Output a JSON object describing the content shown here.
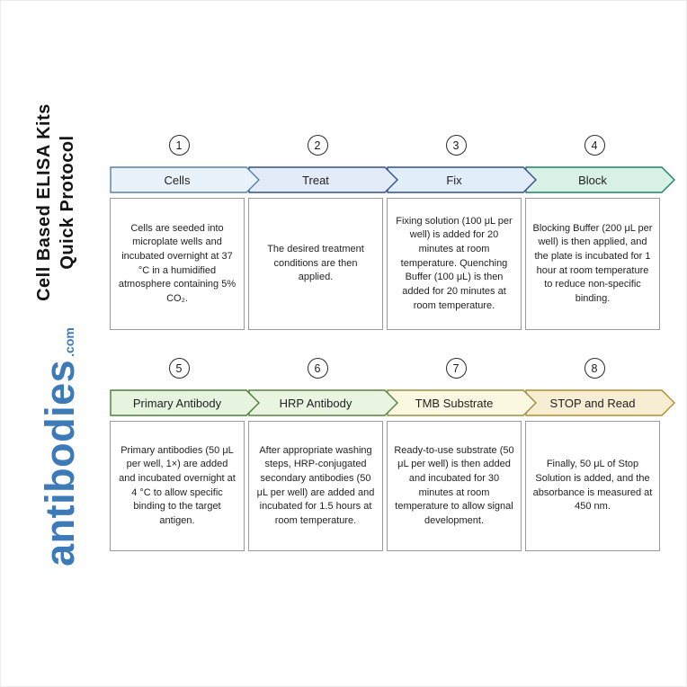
{
  "sidebar": {
    "title_line1": "Cell Based ELISA Kits",
    "title_line2": "Quick Protocol",
    "brand": "antibodies",
    "brand_suffix": ".com",
    "brand_color": "#3d7ab8"
  },
  "steps": [
    {
      "number": "1",
      "label": "Cells",
      "description": "Cells are seeded into microplate wells and incubated overnight at 37 °C in a humidified atmosphere containing 5% CO₂.",
      "fill": "#e9f1fa",
      "stroke": "#5480ab"
    },
    {
      "number": "2",
      "label": "Treat",
      "description": "The desired treatment conditions are then applied.",
      "fill": "#e4ebf8",
      "stroke": "#32508c"
    },
    {
      "number": "3",
      "label": "Fix",
      "description": "Fixing solution (100 μL per well) is added for 20 minutes at room temperature. Quenching Buffer (100 μL) is then added for 20 minutes at room temperature.",
      "fill": "#e2edfa",
      "stroke": "#32508c"
    },
    {
      "number": "4",
      "label": "Block",
      "description": "Blocking Buffer (200 μL per well) is then applied, and the plate is incubated for 1 hour at room temperature to reduce non-specific binding.",
      "fill": "#d8f0e5",
      "stroke": "#1f8068"
    },
    {
      "number": "5",
      "label": "Primary Antibody",
      "description": "Primary antibodies (50 μL per well, 1×) are added and incubated overnight at 4 °C to allow specific binding to the target antigen.",
      "fill": "#e6f3de",
      "stroke": "#4c7e38"
    },
    {
      "number": "6",
      "label": "HRP Antibody",
      "description": "After appropriate washing steps, HRP-conjugated secondary antibodies (50 μL per well) are added and incubated for 1.5 hours at room temperature.",
      "fill": "#e9f4e1",
      "stroke": "#56813f"
    },
    {
      "number": "7",
      "label": "TMB Substrate",
      "description": "Ready-to-use substrate (50 μL per well) is then added and incubated for 30 minutes at room temperature to allow signal development.",
      "fill": "#fbf8e2",
      "stroke": "#968f3e"
    },
    {
      "number": "8",
      "label": "STOP and Read",
      "description": "Finally, 50 μL of Stop Solution is added, and the absorbance is measured at 450 nm.",
      "fill": "#f7edd2",
      "stroke": "#b38d2f"
    }
  ]
}
